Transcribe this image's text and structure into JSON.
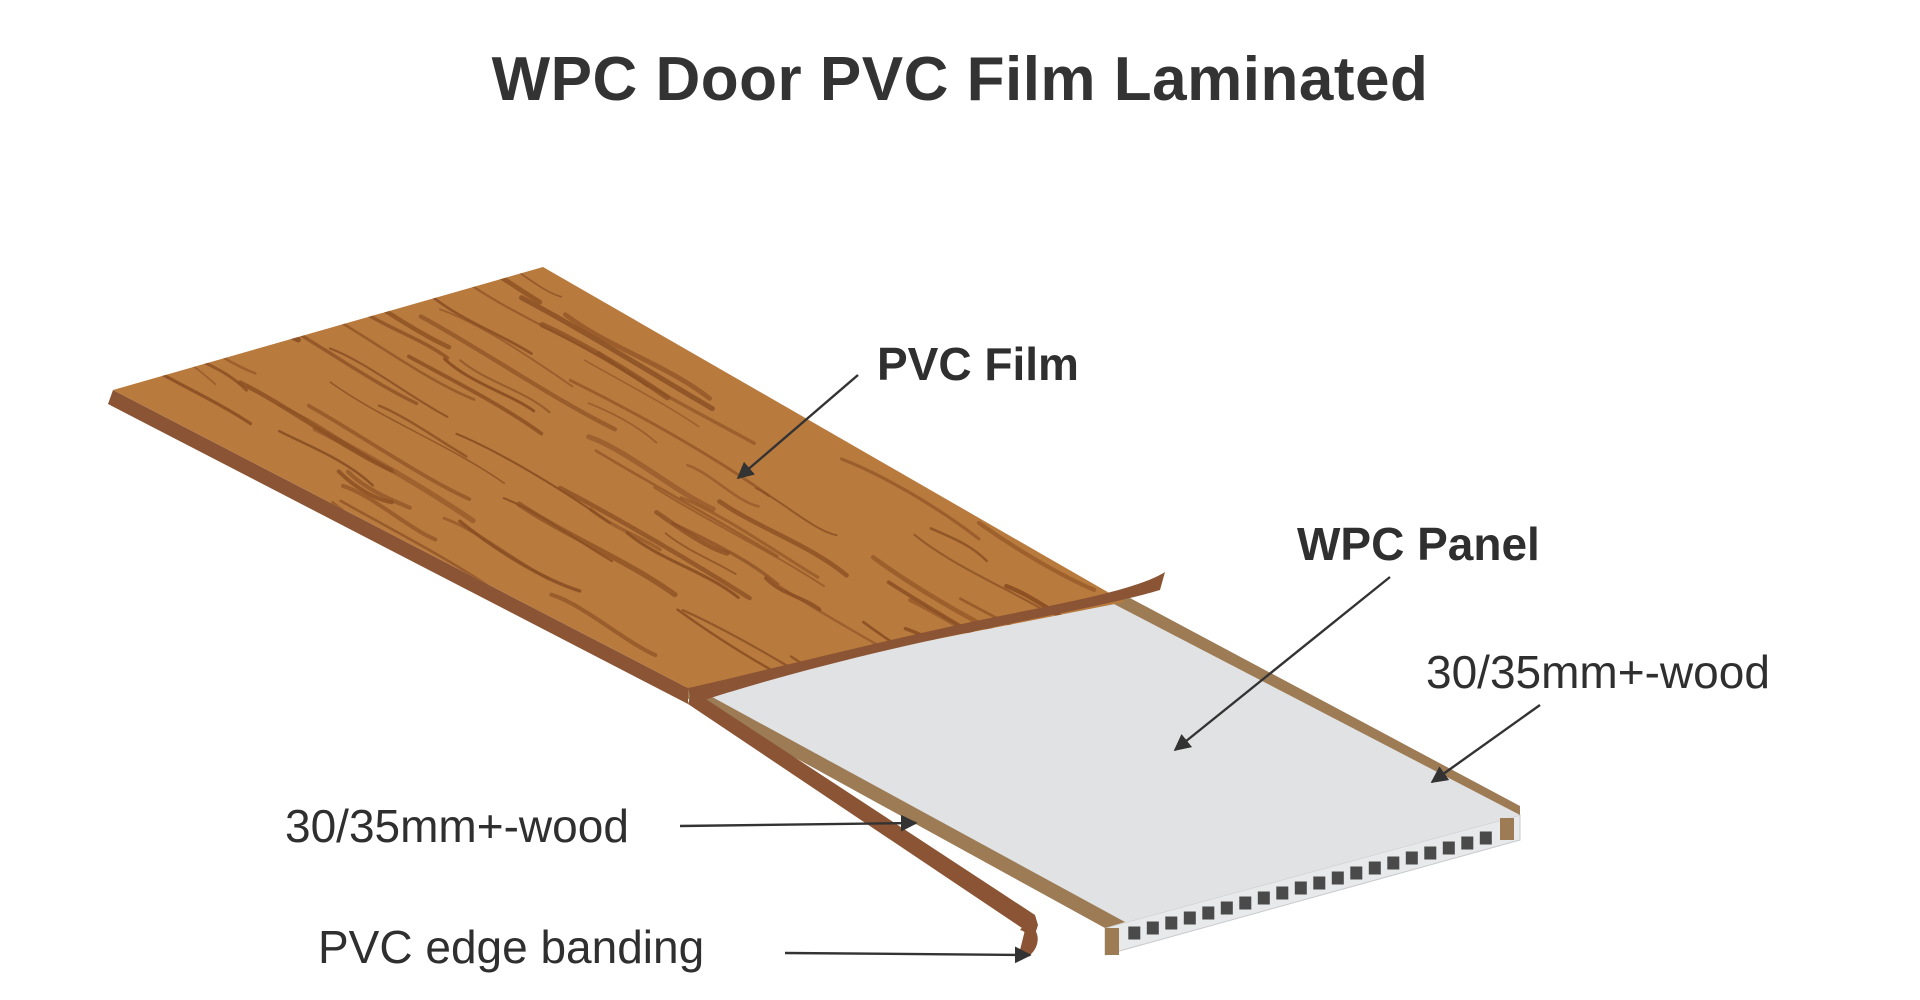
{
  "title": "WPC Door PVC Film Laminated",
  "labels": {
    "pvc_film": "PVC Film",
    "wpc_panel": "WPC Panel",
    "wood_right": "30/35mm+-wood",
    "wood_left": "30/35mm+-wood",
    "edge_banding": "PVC edge banding"
  },
  "colors": {
    "film": "#b97a3e",
    "grain": "#8a4f23",
    "film_edge": "#8b5434",
    "panel": "#e1e2e4",
    "wood_strip": "#9c7b55",
    "text": "#333333"
  }
}
